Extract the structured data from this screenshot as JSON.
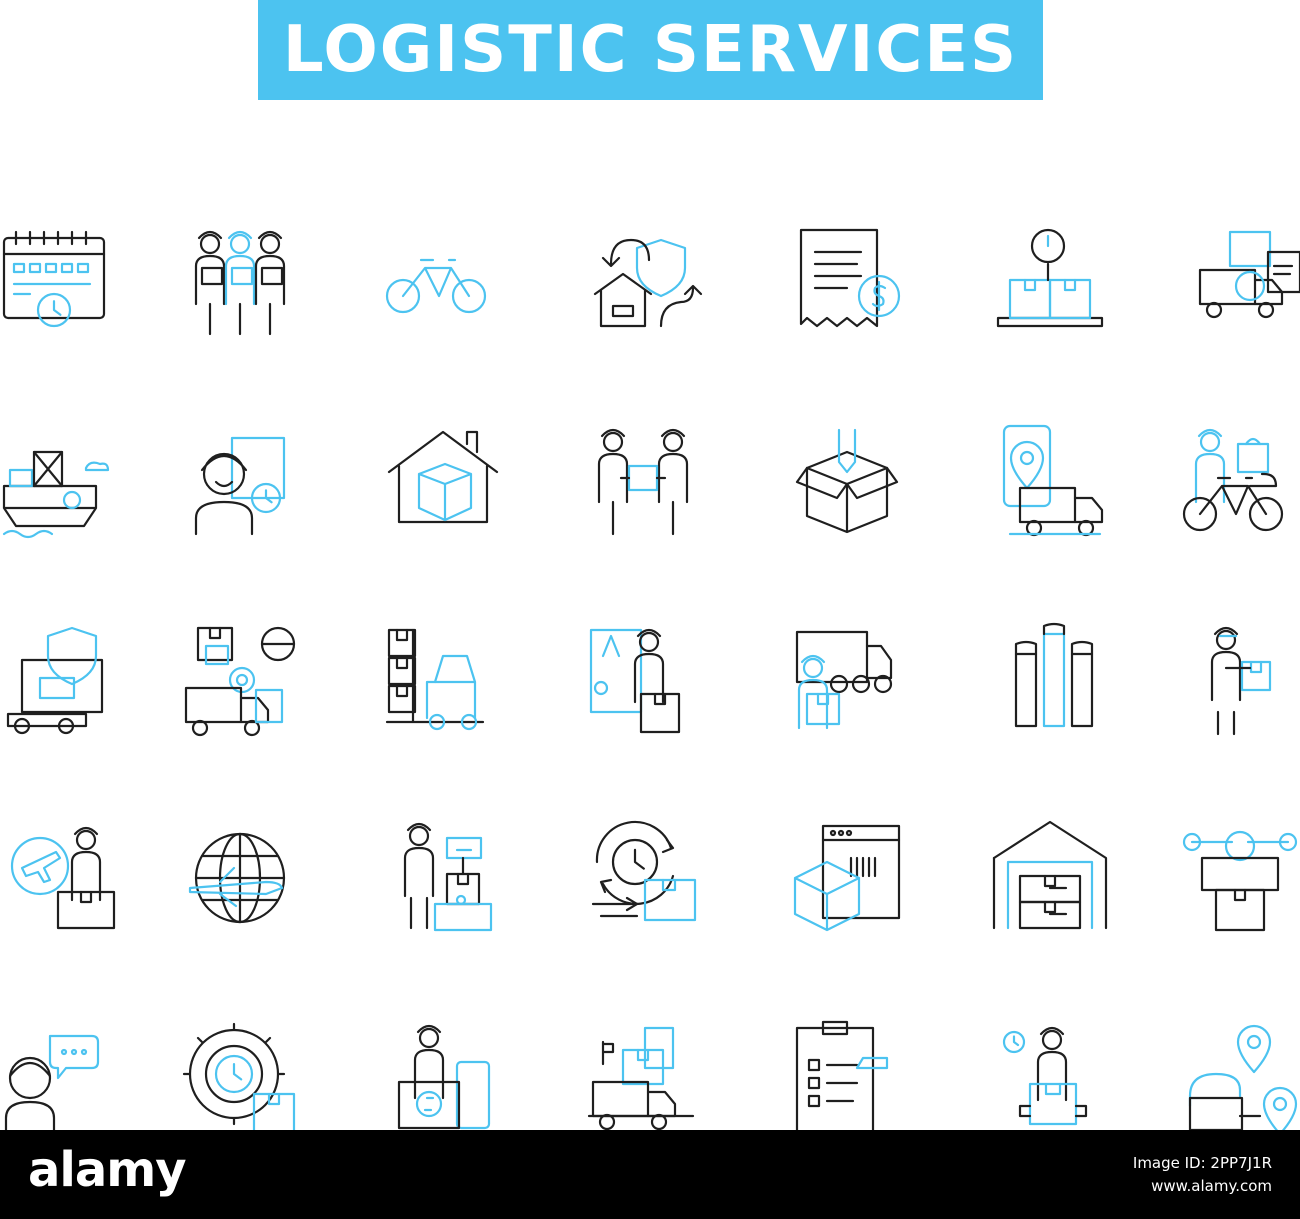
{
  "title": "LOGISTIC SERVICES",
  "colors": {
    "accent": "#4cc3f0",
    "ink": "#1f1f1f",
    "footer": "#000000"
  },
  "icons": [
    "calendar-schedule-icon",
    "workers-team-icon",
    "bicycle-icon",
    "home-protection-cycle-icon",
    "invoice-receipt-icon",
    "parcel-scale-icon",
    "delivery-truck-documents-icon",
    "cargo-ship-icon",
    "courier-time-icon",
    "house-package-icon",
    "package-handover-icon",
    "open-box-icon",
    "mobile-truck-tracking-icon",
    "bike-food-delivery-icon",
    "insured-truck-icon",
    "logistics-workflow-icon",
    "forklift-icon",
    "courier-signature-icon",
    "courier-truck-icon",
    "raised-fists-icon",
    "courier-carrying-box-icon",
    "air-freight-operator-icon",
    "global-air-shipping-icon",
    "parcel-weighing-clerk-icon",
    "express-delivery-clock-icon",
    "barcode-package-icon",
    "warehouse-storage-icon",
    "drone-delivery-icon",
    "customer-support-icon",
    "gear-clock-box-icon",
    "courier-payment-icon",
    "loaded-truck-icon",
    "checklist-clipboard-icon",
    "courier-holding-box-icon",
    "package-route-location-icon"
  ],
  "footer": {
    "logo": "alamy",
    "image_id": "Image ID: 2PP7J1R",
    "site": "www.alamy.com"
  }
}
